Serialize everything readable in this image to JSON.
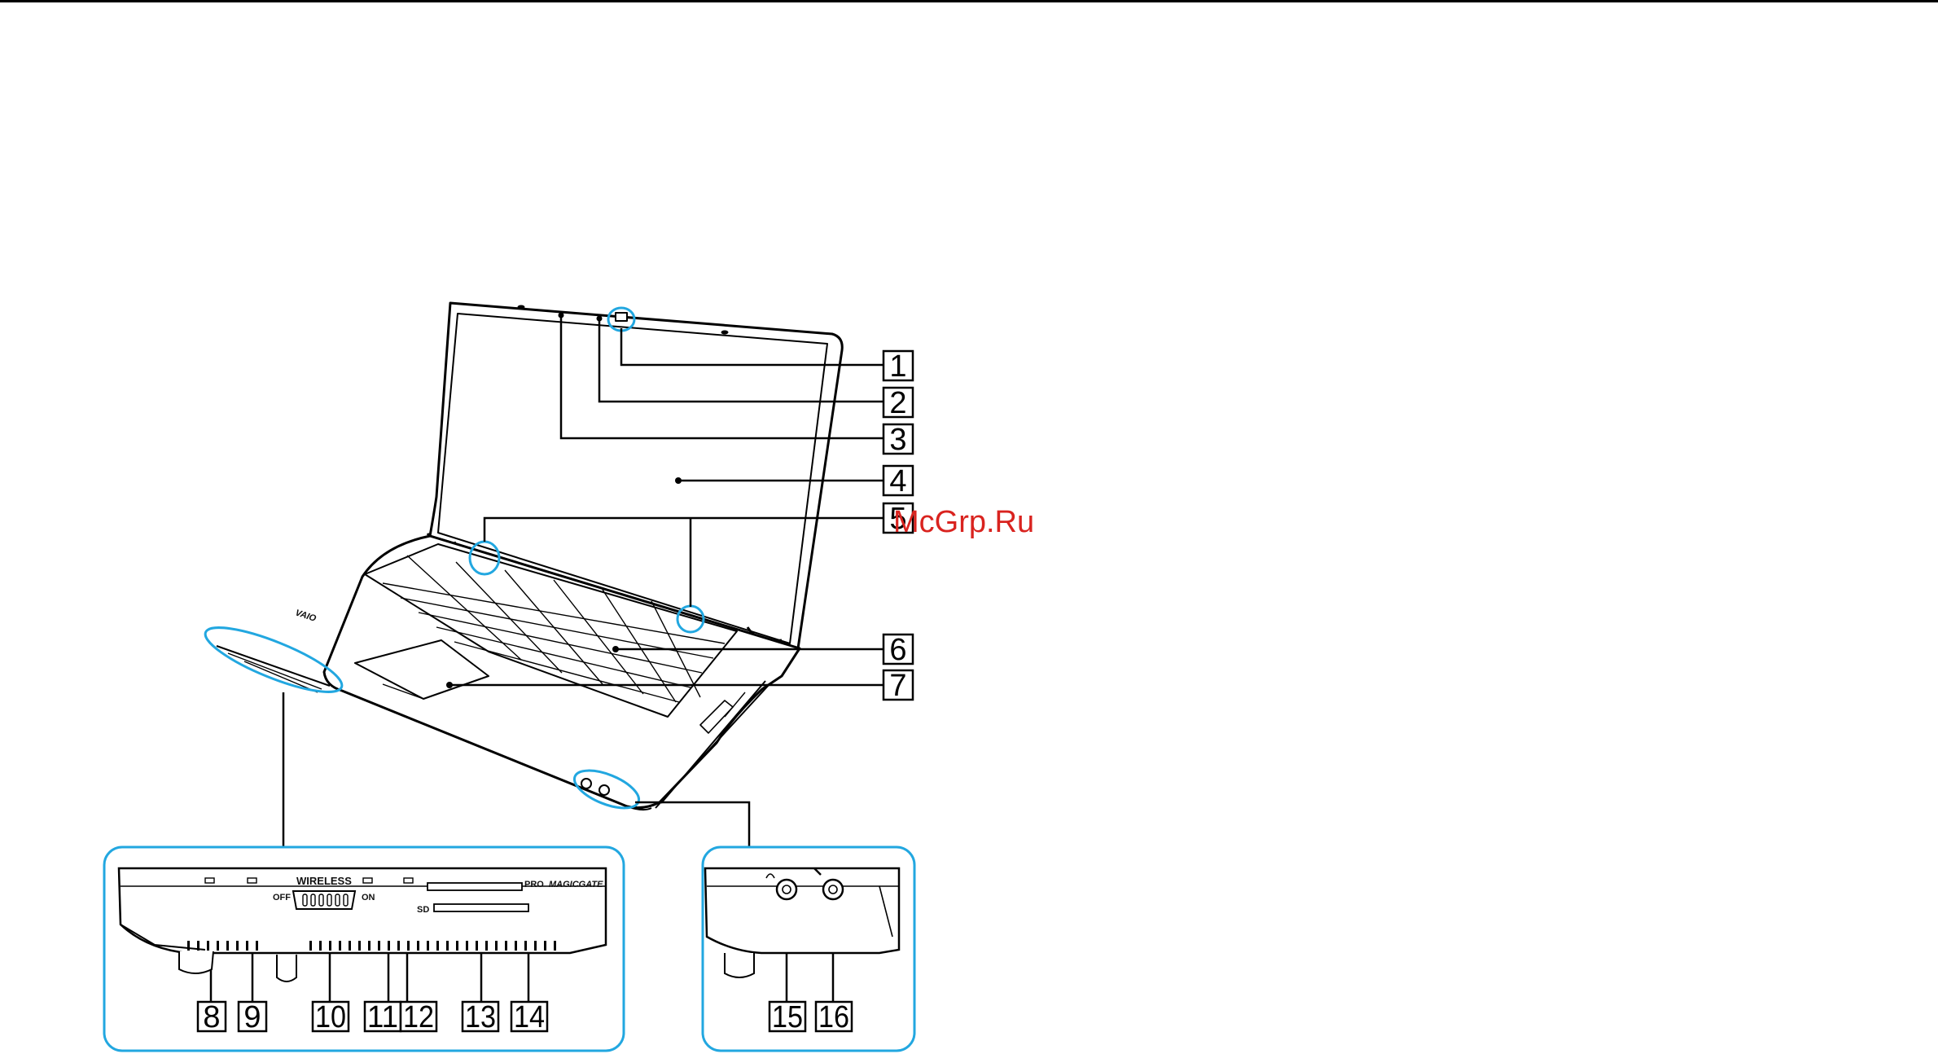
{
  "callouts": [
    {
      "id": "1",
      "number": "1"
    },
    {
      "id": "2",
      "number": "2"
    },
    {
      "id": "3",
      "number": "3"
    },
    {
      "id": "4",
      "number": "4"
    },
    {
      "id": "5",
      "number": "5"
    },
    {
      "id": "6",
      "number": "6"
    },
    {
      "id": "7",
      "number": "7"
    },
    {
      "id": "8",
      "number": "8"
    },
    {
      "id": "9",
      "number": "9"
    },
    {
      "id": "10",
      "number": "10"
    },
    {
      "id": "11",
      "number": "11"
    },
    {
      "id": "12",
      "number": "12"
    },
    {
      "id": "13",
      "number": "13"
    },
    {
      "id": "14",
      "number": "14"
    },
    {
      "id": "15",
      "number": "15"
    },
    {
      "id": "16",
      "number": "16"
    }
  ],
  "front_panel": {
    "wireless_label": "WIRELESS",
    "off_label": "OFF",
    "on_label": "ON",
    "sd_label": "SD",
    "pro_label": "PRO",
    "magicgate_label": "MAGICGATE"
  },
  "laptop_logo": "VAIO",
  "watermark": "McGrp.Ru",
  "colors": {
    "line": "#000000",
    "highlight": "#22a7e0",
    "watermark": "#d9231f"
  }
}
